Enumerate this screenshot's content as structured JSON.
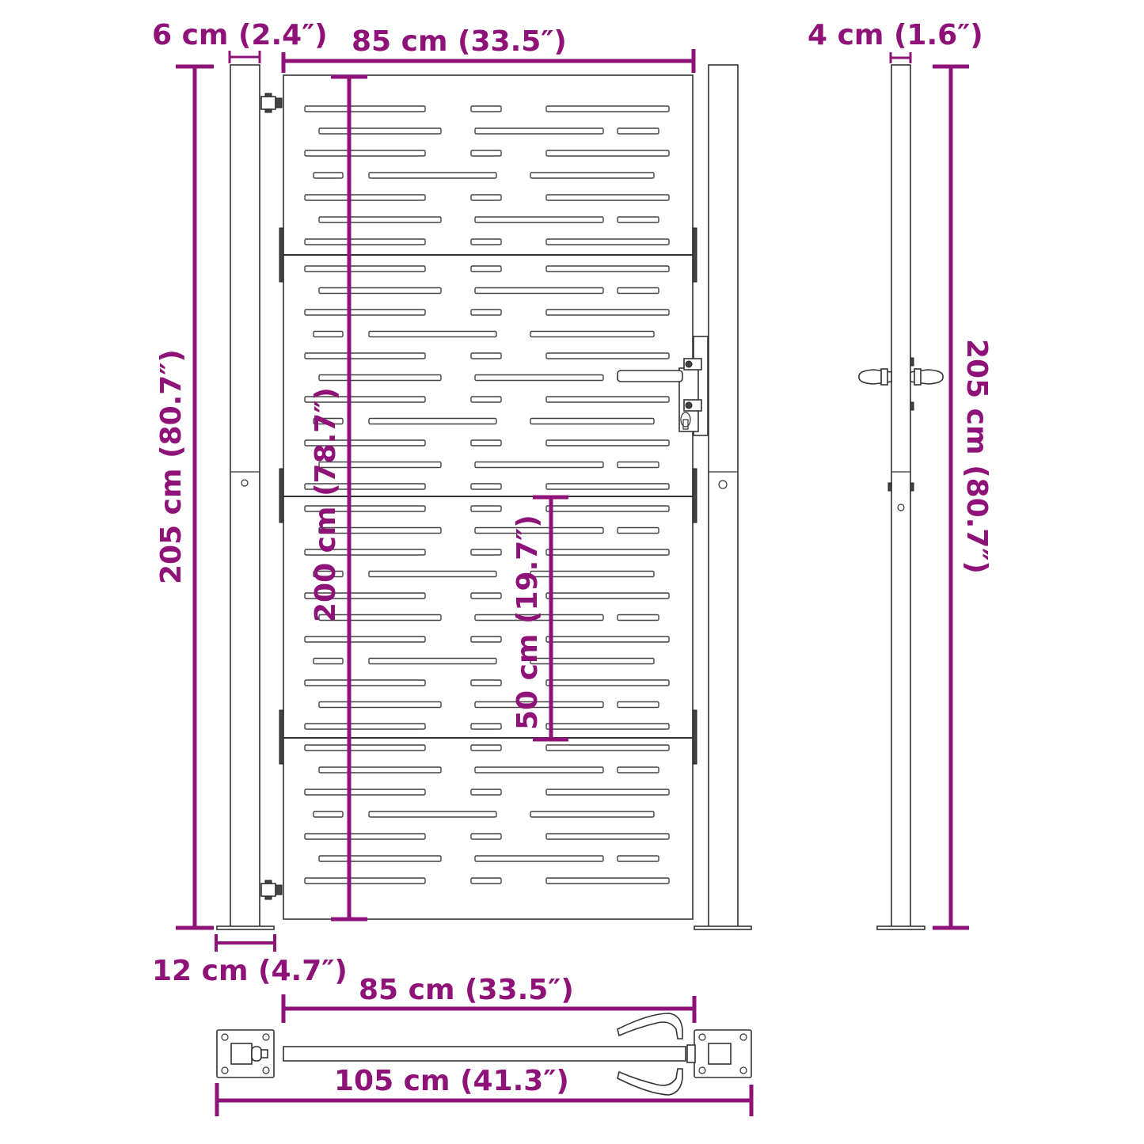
{
  "diagram": {
    "title": "Garden gate dimensions",
    "accent_color": "#8f1279",
    "line_color": "#333333",
    "labels": {
      "post_width": "6 cm (2.4″)",
      "gate_width_top": "85 cm (33.5″)",
      "side_post_width": "4 cm (1.6″)",
      "total_height_left": "205 cm (80.7″)",
      "gate_height": "200 cm (78.7″)",
      "panel_height": "50 cm (19.7″)",
      "total_height_right": "205 cm (80.7″)",
      "base_plate_width": "12 cm (4.7″)",
      "gate_width_plan": "85 cm (33.5″)",
      "total_width_plan": "105 cm (41.3″)"
    },
    "views": [
      {
        "name": "front-view",
        "description": "Front elevation with two posts and gate of 4 slotted panels"
      },
      {
        "name": "side-view",
        "description": "Side elevation of post with handle"
      },
      {
        "name": "plan-view",
        "description": "Top view with base plates and handle"
      }
    ],
    "components": {
      "panels": 4,
      "hinges": 2,
      "handle": "lever-handle",
      "lock": "cylinder-lock"
    }
  }
}
